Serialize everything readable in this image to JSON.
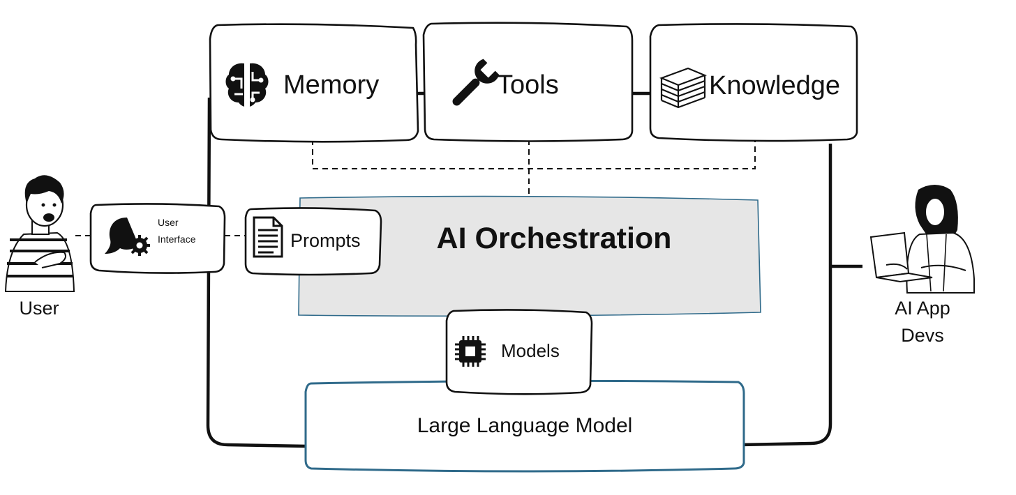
{
  "top_boxes": {
    "memory": "Memory",
    "tools": "Tools",
    "knowledge": "Knowledge"
  },
  "user": {
    "label": "User"
  },
  "user_interface": {
    "line1": "User",
    "line2": "Interface"
  },
  "prompts": "Prompts",
  "orchestration": "AI Orchestration",
  "models": "Models",
  "llm": "Large Language Model",
  "devs": {
    "line1": "AI App",
    "line2": "Devs"
  },
  "icons": [
    "brain-icon",
    "wrench-icon",
    "books-icon",
    "chat-gear-icon",
    "document-icon",
    "chip-icon",
    "user-person-icon",
    "developer-person-icon"
  ],
  "colors": {
    "orchestration_fill": "#e6e6e6",
    "accent_stroke": "#2f6a8a",
    "line": "#111111"
  }
}
